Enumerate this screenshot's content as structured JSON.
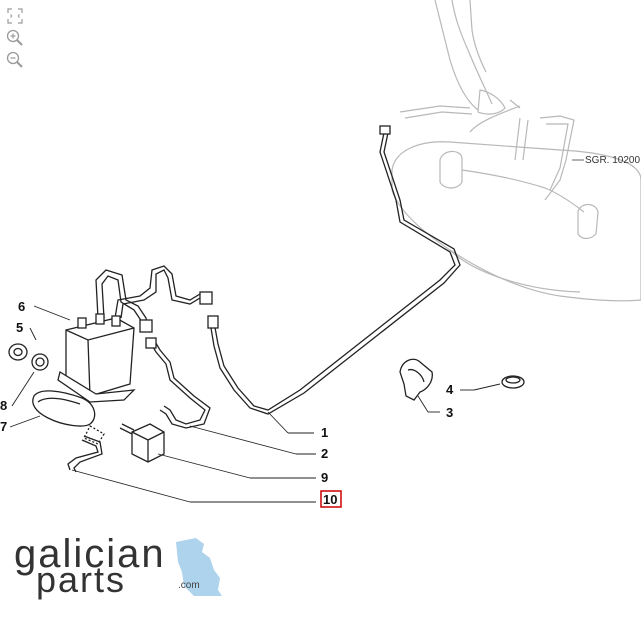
{
  "toolbar": {
    "fit_label": "fit-to-screen",
    "zoom_in_label": "zoom-in",
    "zoom_out_label": "zoom-out"
  },
  "diagram": {
    "reference": "SGR. 10200",
    "callouts": [
      "1",
      "2",
      "3",
      "4",
      "5",
      "6",
      "7",
      "8",
      "9",
      "10"
    ],
    "highlighted_callout": "10",
    "highlight_color": "#cc0000",
    "line_color": "#222222",
    "faded_color": "#b8b8b8"
  },
  "logo": {
    "line1": "galician",
    "line2": "parts",
    "domain": ".com",
    "accent_color": "#aed3ec"
  }
}
